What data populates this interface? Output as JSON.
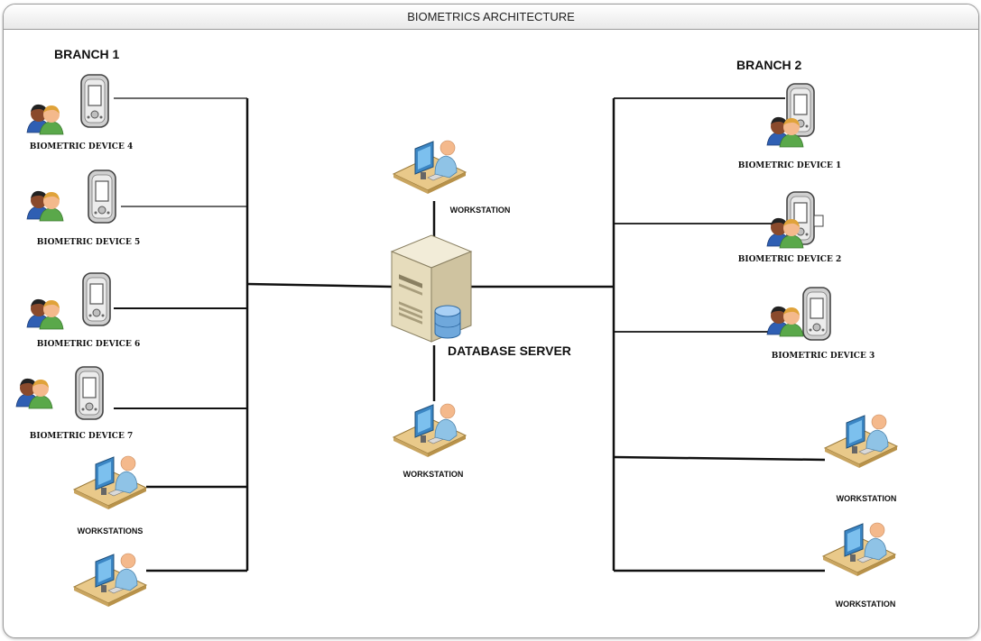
{
  "title": "BIOMETRICS ARCHITECTURE",
  "branch1": {
    "title": "BRANCH 1",
    "devices": [
      "BIOMETRIC DEVICE 4",
      "BIOMETRIC DEVICE 5",
      "BIOMETRIC DEVICE 6",
      "BIOMETRIC DEVICE 7"
    ],
    "workstations_label": "WORKSTATIONS"
  },
  "branch2": {
    "title": "BRANCH 2",
    "devices": [
      "BIOMETRIC DEVICE 1",
      "BIOMETRIC DEVICE 2",
      "BIOMETRIC DEVICE 3"
    ],
    "workstations": [
      "WORKSTATION",
      "WORKSTATION"
    ]
  },
  "center": {
    "server_label": "DATABASE SERVER",
    "workstation_top": "WORKSTATION",
    "workstation_bottom": "WORKSTATION"
  },
  "icons": [
    "biometric-device-icon",
    "users-icon",
    "workstation-icon",
    "server-icon",
    "database-icon"
  ],
  "colors": {
    "line": "#111111",
    "desk": "#e9c98a",
    "person_skin": "#f4b98c",
    "person_shirt": "#8fc3e6",
    "monitor": "#3b86c4",
    "device": "#d8d8d8"
  }
}
